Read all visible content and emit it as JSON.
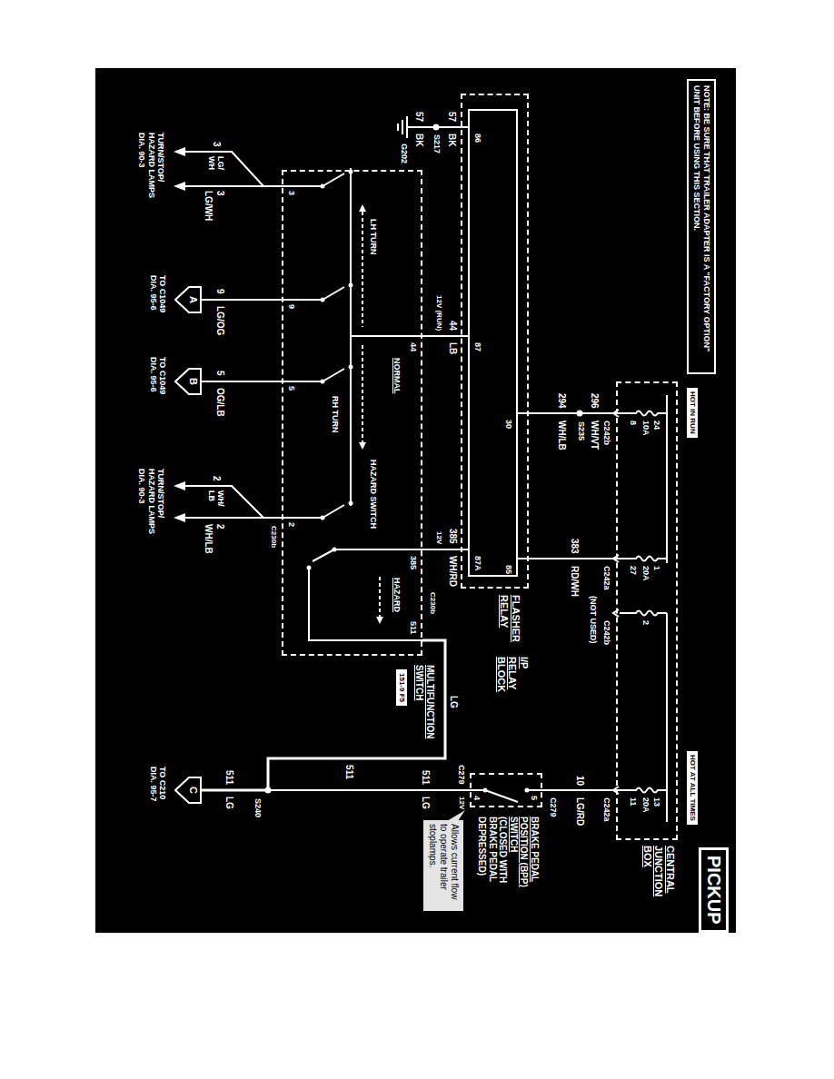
{
  "diagram": {
    "title": "PICKUP",
    "nodes": [
      {
        "text": [
          "NOTE: BE SURE THAT TRAILER ADAPTER IS A \"FACTORY OPTION\" UNIT BEFORE USING THIS SECTION."
        ]
      },
      {
        "text": [
          "HOT IN RUN"
        ]
      },
      {
        "text": [
          "HOT AT ALL TIMES"
        ]
      },
      {
        "text": [
          "CENTRAL JUNCTION BOX"
        ]
      },
      {
        "text": [
          "I/P RELAY BLOCK"
        ]
      },
      {
        "text": [
          "FLASHER RELAY"
        ],
        "in": 4
      },
      {
        "text": [
          "MULTIFUNCTION SWITCH"
        ]
      },
      {
        "text": [
          "151-9 F5"
        ]
      },
      {
        "text": [
          "BRAKE PEDAL POSITION (BPP) SWITCH",
          "(CLOSED WITH BRAKE PEDAL DEPRESSED)"
        ]
      },
      {
        "text": [
          "Allows current flow to operate trailer stoplamps."
        ]
      },
      {
        "text": [
          "A"
        ]
      },
      {
        "text": [
          "B"
        ]
      },
      {
        "text": [
          "C"
        ]
      }
    ],
    "edges": [
      {
        "from": 3,
        "to": 5,
        "arrow": "none"
      },
      {
        "from": 3,
        "to": 5,
        "arrow": "none"
      },
      {
        "from": 5,
        "to": 6,
        "arrow": "none"
      },
      {
        "from": 5,
        "to": 6,
        "arrow": "none"
      },
      {
        "from": 3,
        "to": 8,
        "arrow": "none"
      },
      {
        "from": 6,
        "to": 12,
        "arrow": "none"
      },
      {
        "from": 8,
        "to": 12,
        "arrow": "none"
      },
      {
        "from": 6,
        "to": 10,
        "arrow": "none"
      },
      {
        "from": 6,
        "to": 11,
        "arrow": "none"
      }
    ],
    "labels": [
      "24",
      "10A",
      "8",
      "1",
      "20A",
      "27",
      "2",
      "13",
      "20A",
      "11",
      "C242b",
      "296",
      "WH/VT",
      "S235",
      "294",
      "WH/LB",
      "C242a",
      "383",
      "RD/WH",
      "C242b",
      "(NOT USED)",
      "C242a",
      "10",
      "LG/RD",
      "C279",
      "5",
      "4",
      "C279",
      "12V",
      "511",
      "LG",
      "S240",
      "511",
      "LG",
      "TO C210 DIA. 95-7",
      "30",
      "85",
      "86",
      "87",
      "87A",
      "57",
      "BK",
      "S217",
      "57",
      "BK",
      "G202",
      "44",
      "LB",
      "12V (RUN)",
      "385",
      "WH/RD",
      "12V",
      "LH TURN",
      "NORMAL",
      "RH TURN",
      "HAZARD SWITCH",
      "HAZARD",
      "3",
      "44",
      "9",
      "5",
      "2",
      "385",
      "511",
      "C230b",
      "C230b",
      "LG",
      "511",
      "3",
      "LG/ WH",
      "3",
      "LG/WH",
      "TURN/STOP/ HAZARD LAMPS DIA. 90-3",
      "9",
      "LG/OG",
      "TO C1049 DIA. 95-6",
      "5",
      "OG/LB",
      "TO C1049 DIA. 95-6",
      "2",
      "WH/ LB",
      "2",
      "WH/LB",
      "TURN/STOP/ HAZARD LAMPS DIA. 90-3"
    ]
  }
}
